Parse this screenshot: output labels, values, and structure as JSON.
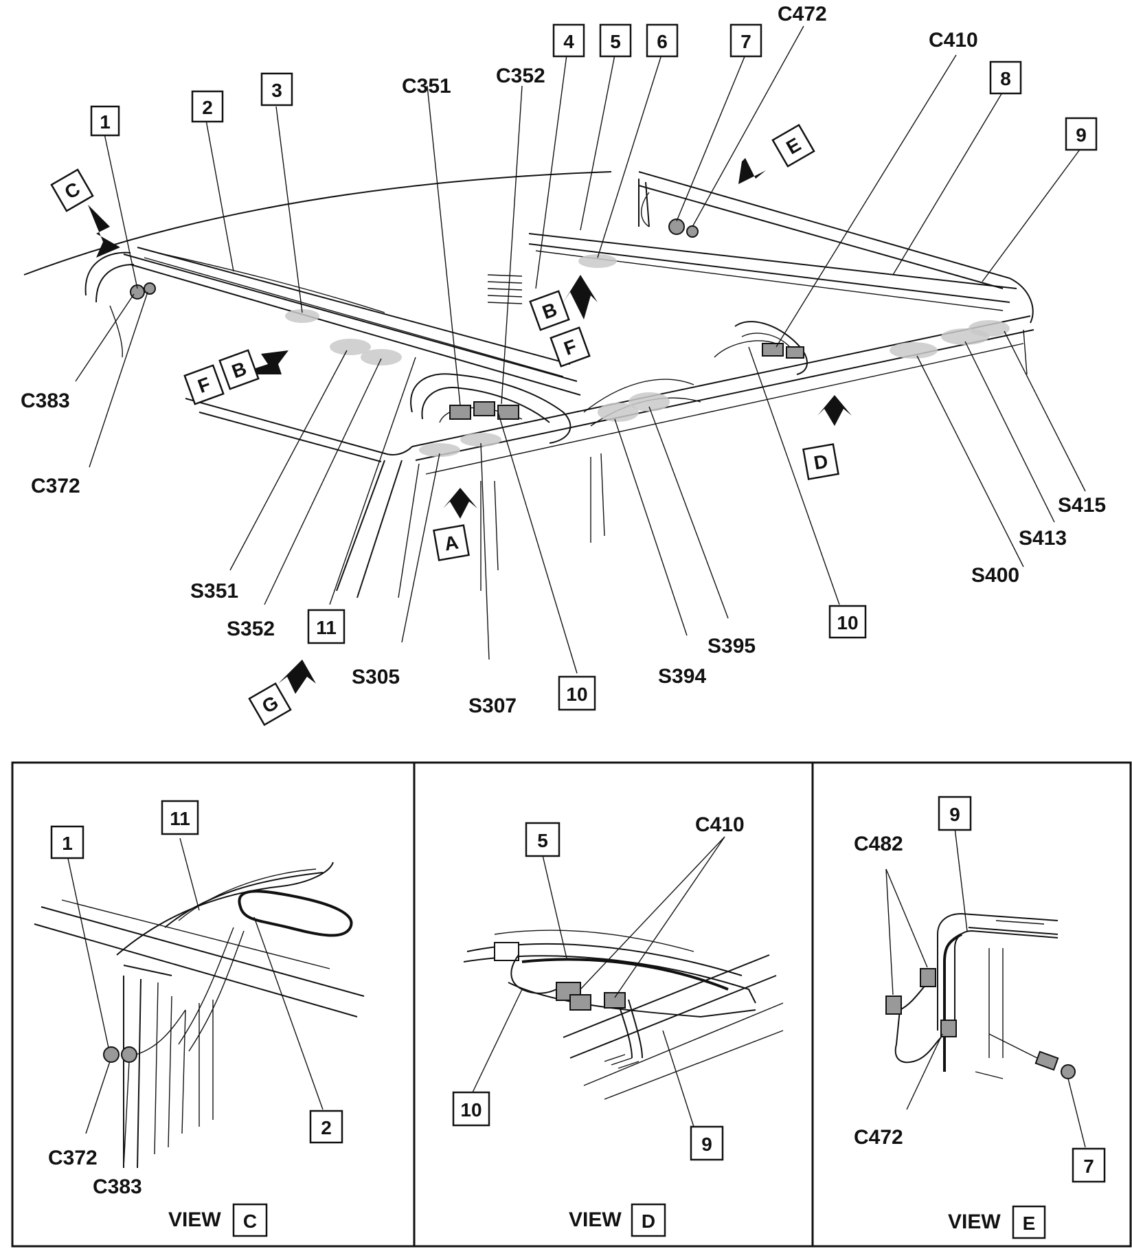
{
  "main_view": {
    "numbers": [
      "1",
      "2",
      "3",
      "4",
      "5",
      "6",
      "7",
      "8",
      "9",
      "10",
      "10",
      "11"
    ],
    "view_arrows": [
      "C",
      "B",
      "F",
      "B",
      "F",
      "E",
      "D",
      "A",
      "G"
    ],
    "connectors": {
      "c472": "C472",
      "c410": "C410",
      "c352": "C352",
      "c351": "C351",
      "c383": "C383",
      "c372": "C372"
    },
    "splices": {
      "s351": "S351",
      "s352": "S352",
      "s305": "S305",
      "s307": "S307",
      "s394": "S394",
      "s395": "S395",
      "s400": "S400",
      "s413": "S413",
      "s415": "S415"
    }
  },
  "view_c": {
    "view_word": "VIEW",
    "view_letter": "C",
    "num_1": "1",
    "num_11": "11",
    "num_2": "2",
    "c372": "C372",
    "c383": "C383"
  },
  "view_d": {
    "view_word": "VIEW",
    "view_letter": "D",
    "num_5": "5",
    "num_10": "10",
    "num_9": "9",
    "c410": "C410"
  },
  "view_e": {
    "view_word": "VIEW",
    "view_letter": "E",
    "num_9": "9",
    "num_7": "7",
    "c482": "C482",
    "c472": "C472"
  }
}
